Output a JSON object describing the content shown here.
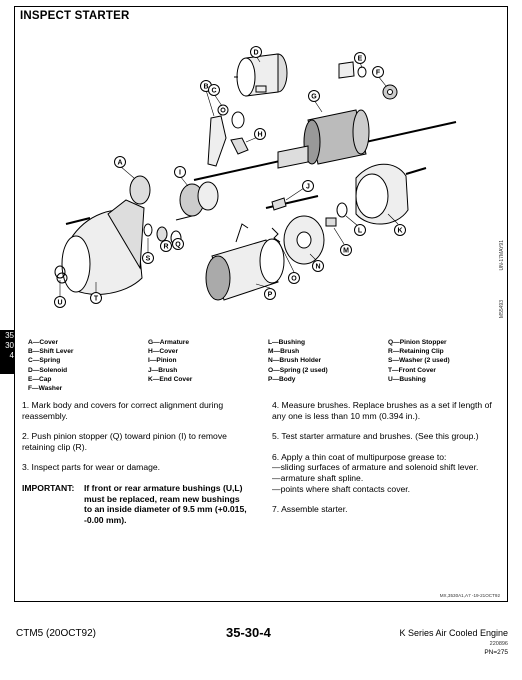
{
  "title": "INSPECT STARTER",
  "side_tab": [
    "35",
    "30",
    "4"
  ],
  "vertical_codes": [
    "UN-17MAY91",
    "M55493"
  ],
  "callouts": [
    "A",
    "B",
    "C",
    "D",
    "E",
    "F",
    "G",
    "H",
    "I",
    "J",
    "K",
    "L",
    "M",
    "N",
    "O",
    "P",
    "Q",
    "R",
    "S",
    "T",
    "U"
  ],
  "legend": {
    "col1": [
      "A—Cover",
      "B—Shift Lever",
      "C—Spring",
      "D—Solenoid",
      "E—Cap",
      "F—Washer"
    ],
    "col2": [
      "G—Armature",
      "H—Cover",
      "I—Pinion",
      "J—Brush",
      "K—End Cover"
    ],
    "col3": [
      "L—Bushing",
      "M—Brush",
      "N—Brush Holder",
      "O—Spring (2 used)",
      "P—Body"
    ],
    "col4": [
      "Q—Pinion Stopper",
      "R—Retaining Clip",
      "S—Washer (2 used)",
      "T—Front Cover",
      "U—Bushing"
    ]
  },
  "left_steps": [
    "1. Mark body and covers for correct alignment during reassembly.",
    "2. Push pinion stopper (Q) toward pinion (I) to remove retaining clip (R).",
    "3. Inspect parts for wear or damage."
  ],
  "important": {
    "label": "IMPORTANT:",
    "text": "If front or rear armature bushings (U,L) must be replaced, ream new bushings to an inside diameter of 9.5 mm (+0.015, -0.00 mm)."
  },
  "right_steps": {
    "step4": "4. Measure brushes. Replace brushes as a set if length of any one is less than 10 mm (0.394 in.).",
    "step5": "5. Test starter armature and brushes. (See this group.)",
    "step6": "6. Apply a thin coat of multipurpose grease to:",
    "step6_items": [
      "—sliding surfaces of armature and solenoid shift lever.",
      "—armature shaft spline.",
      "—points where shaft contacts cover."
    ],
    "step7": "7. Assemble starter."
  },
  "doc_code": "MX,3530A1,A7 -19-21OCT92",
  "footer": {
    "left": "CTM5 (20OCT92)",
    "center": "35-30-4",
    "right": "K Series Air Cooled Engine",
    "right_small": "220896",
    "pn": "PN=275"
  }
}
